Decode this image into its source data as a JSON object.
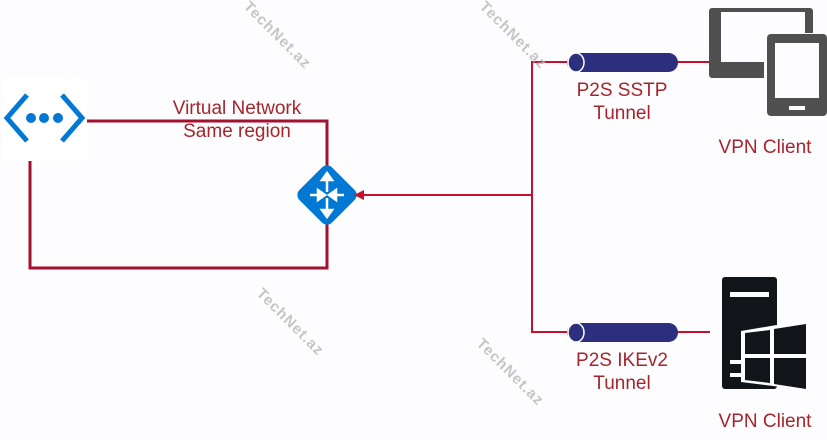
{
  "vnet_label": {
    "line1": "Virtual Network",
    "line2": "Same region"
  },
  "tunnels": [
    {
      "line1": "P2S SSTP",
      "line2": "Tunnel"
    },
    {
      "line1": "P2S IKEv2",
      "line2": "Tunnel"
    }
  ],
  "clients": [
    {
      "label": "VPN Client",
      "icon": "devices-icon"
    },
    {
      "label": "VPN Client",
      "icon": "windows-server-icon"
    }
  ],
  "watermark": "TechNet.az",
  "colors": {
    "line": "#a4112e",
    "azure_blue": "#0078d4",
    "tunnel": "#2b2f7e",
    "device": "#505050",
    "server": "#111418"
  }
}
